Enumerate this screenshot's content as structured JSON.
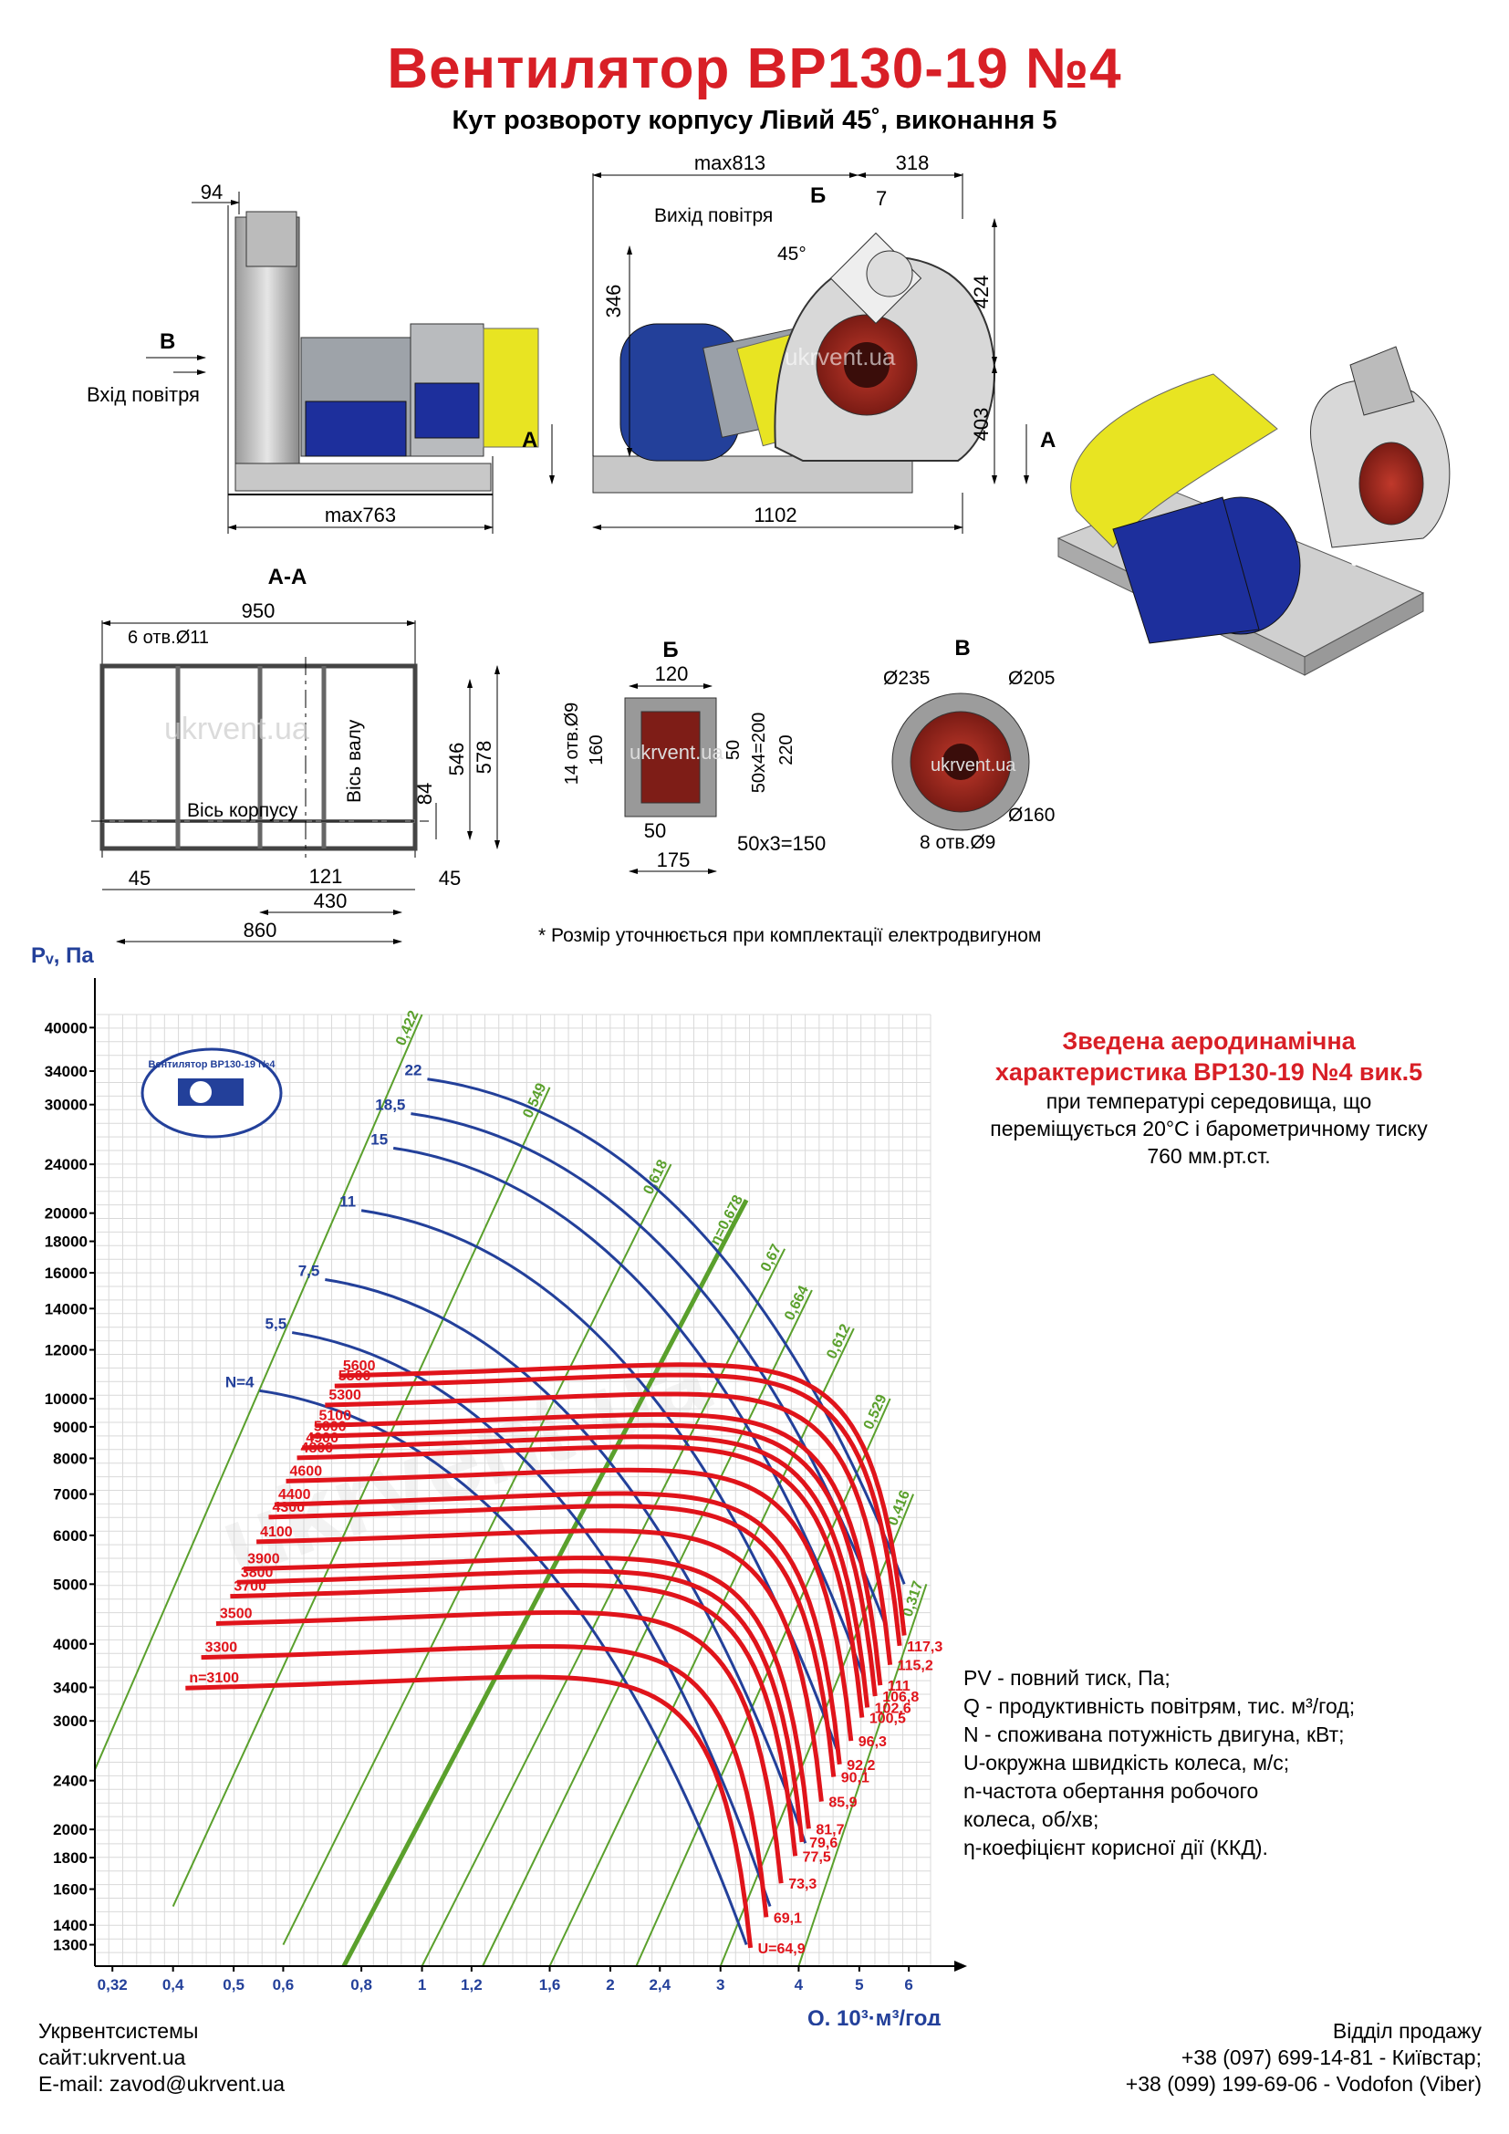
{
  "header": {
    "title": "Вентилятор ВР130-19 №4",
    "subtitle": "Кут розвороту корпусу Лівий 45˚, виконання 5"
  },
  "drawing": {
    "side_view": {
      "dim_top": "94",
      "dim_bottom": "max763",
      "label_view": "В",
      "air_inlet": "Вхід повітря"
    },
    "front_view": {
      "dim_top_left": "max813",
      "dim_top_right": "318",
      "dim_small": "7",
      "label_view": "Б",
      "air_outlet": "Вихід повітря",
      "angle": "45°",
      "dim_left": "346",
      "dim_right_top": "424",
      "dim_right_bottom": "403",
      "dim_bottom": "1102",
      "section_mark": "А"
    },
    "section_aa": {
      "title": "А-А",
      "dim_width": "950",
      "holes": "6 отв.Ø11",
      "dim_h1": "546",
      "dim_h2": "578",
      "dim_84": "84",
      "dim_45_left": "45",
      "dim_45_right": "45",
      "dim_121": "121",
      "dim_430": "430",
      "dim_860": "860",
      "axis_body": "Вісь   корпусу",
      "axis_shaft": "Вісь валу"
    },
    "view_b": {
      "title": "Б",
      "dim_120": "120",
      "holes": "14 отв.Ø9",
      "dim_160": "160",
      "dim_50": "50",
      "dim_50x4": "50x4=200",
      "dim_220": "220",
      "dim_50b": "50",
      "dim_50x3": "50x3=150",
      "dim_175": "175"
    },
    "view_v": {
      "title": "В",
      "d1": "Ø235",
      "d2": "Ø205",
      "d3": "Ø160",
      "holes": "8 отв.Ø9"
    },
    "watermark": "ukrvent.ua",
    "note": "* Розмір уточнюється при комплектації електродвигуном"
  },
  "chart_info": {
    "title_line1": "Зведена аеродинамічна",
    "title_line2": "характеристика ВР130-19 №4 вик.5",
    "sub_line1": "при температурі середовища, що",
    "sub_line2": "переміщується 20°С і барометричному тиску",
    "sub_line3": "760 мм.рт.ст.",
    "legend": [
      "PV - повний тиск, Па;",
      "Q - продуктивність повітрям, тис. м³/год;",
      "N - споживана потужність двигуна, кВт;",
      "U-окружна швидкість колеса, м/с;",
      "n-частота обертання робочого",
      "колеса, об/хв;",
      "η-коефіцієнт корисної дії (ККД)."
    ],
    "logo_text": "Вентилятор ВР130-19 №4"
  },
  "chart_data": {
    "type": "line",
    "xlabel": "Q, 10³·м³/год",
    "ylabel": "Pᵥ, Па",
    "x_scale": "log",
    "y_scale": "log",
    "xlim": [
      0.3,
      6.5
    ],
    "ylim": [
      1200,
      42000
    ],
    "x_ticks": [
      0.32,
      0.4,
      0.5,
      0.6,
      0.8,
      1,
      1.2,
      1.6,
      2,
      2.4,
      3,
      4,
      5,
      6
    ],
    "x_tick_labels": [
      "0,32",
      "0,4",
      "0,5",
      "0,6",
      "0,8",
      "1",
      "1,2",
      "1,6",
      "2",
      "2,4",
      "3",
      "4",
      "5",
      "6"
    ],
    "y_ticks": [
      1300,
      1400,
      1600,
      1800,
      2000,
      2400,
      3000,
      3400,
      4000,
      5000,
      6000,
      7000,
      8000,
      9000,
      10000,
      12000,
      14000,
      16000,
      18000,
      20000,
      24000,
      30000,
      34000,
      40000
    ],
    "grid": true,
    "speed_curves": [
      {
        "n": "n=3100",
        "u": "U=64,9",
        "p0": 3300,
        "qmax": 3.35
      },
      {
        "n": "3300",
        "u": "69,1",
        "p0": 3700,
        "qmax": 3.55
      },
      {
        "n": "3500",
        "u": "73,3",
        "p0": 4200,
        "qmax": 3.75
      },
      {
        "n": "3700",
        "u": "77,5",
        "p0": 4650,
        "qmax": 3.95
      },
      {
        "n": "3800",
        "u": "79,6",
        "p0": 4900,
        "qmax": 4.05
      },
      {
        "n": "3900",
        "u": "81,7",
        "p0": 5150,
        "qmax": 4.15
      },
      {
        "n": "4100",
        "u": "85,9",
        "p0": 5700,
        "qmax": 4.35
      },
      {
        "n": "4300",
        "u": "90,1",
        "p0": 6250,
        "qmax": 4.55
      },
      {
        "n": "4400",
        "u": "92,2",
        "p0": 6550,
        "qmax": 4.65
      },
      {
        "n": "4600",
        "u": "96,3",
        "p0": 7150,
        "qmax": 4.85
      },
      {
        "n": "4800",
        "u": "100,5",
        "p0": 7800,
        "qmax": 5.05
      },
      {
        "n": "4900",
        "u": "102,6",
        "p0": 8100,
        "qmax": 5.15
      },
      {
        "n": "5000",
        "u": "106,8",
        "p0": 8450,
        "qmax": 5.3
      },
      {
        "n": "5100",
        "u": "111",
        "p0": 8800,
        "qmax": 5.4
      },
      {
        "n": "5300",
        "u": "115,2",
        "p0": 9500,
        "qmax": 5.6
      },
      {
        "n": "5500",
        "u": "117,3",
        "p0": 10200,
        "qmax": 5.8
      },
      {
        "n": "5600",
        "u": "",
        "p0": 10600,
        "qmax": 5.9
      }
    ],
    "power_curves": [
      {
        "name": "N=4",
        "start": [
          0.55,
          10300
        ],
        "end": [
          3.3,
          1300
        ]
      },
      {
        "name": "5,5",
        "start": [
          0.62,
          12800
        ],
        "end": [
          3.6,
          1500
        ]
      },
      {
        "name": "7,5",
        "start": [
          0.7,
          15600
        ],
        "end": [
          4.1,
          1900
        ]
      },
      {
        "name": "11",
        "start": [
          0.8,
          20200
        ],
        "end": [
          4.6,
          2700
        ]
      },
      {
        "name": "15",
        "start": [
          0.9,
          25500
        ],
        "end": [
          5.1,
          3500
        ]
      },
      {
        "name": "18,5",
        "start": [
          0.96,
          29000
        ],
        "end": [
          5.5,
          4300
        ]
      },
      {
        "name": "22",
        "start": [
          1.02,
          33000
        ],
        "end": [
          5.9,
          5000
        ]
      }
    ],
    "efficiency_lines": [
      {
        "name": "0,422",
        "start": [
          0.3,
          2500
        ],
        "end": [
          1.0,
          42000
        ]
      },
      {
        "name": "0,549",
        "start": [
          0.4,
          1500
        ],
        "end": [
          1.6,
          32000
        ]
      },
      {
        "name": "0,618",
        "start": [
          0.6,
          1300
        ],
        "end": [
          2.5,
          24000
        ]
      },
      {
        "name": "η=0,678",
        "start": [
          0.75,
          1200
        ],
        "end": [
          3.3,
          21000
        ]
      },
      {
        "name": "0,67",
        "start": [
          1.0,
          1200
        ],
        "end": [
          3.8,
          17500
        ]
      },
      {
        "name": "0,664",
        "start": [
          1.25,
          1200
        ],
        "end": [
          4.2,
          15000
        ]
      },
      {
        "name": "0,612",
        "start": [
          1.6,
          1200
        ],
        "end": [
          4.9,
          13000
        ]
      },
      {
        "name": "0,529",
        "start": [
          2.2,
          1200
        ],
        "end": [
          5.6,
          10000
        ]
      },
      {
        "name": "0,416",
        "start": [
          3.0,
          1200
        ],
        "end": [
          6.1,
          7000
        ]
      },
      {
        "name": "0,317",
        "start": [
          4.0,
          1200
        ],
        "end": [
          6.4,
          5000
        ]
      }
    ]
  },
  "footer": {
    "company": "Укрвентсистемы",
    "site": "сайт:ukrvent.ua",
    "email": "E-mail: zavod@ukrvent.ua",
    "sales": "Відділ продажу",
    "phone1": "+38 (097) 699-14-81 - Київстар;",
    "phone2": "+38 (099) 199-69-06 - Vodofon (Viber)"
  },
  "colors": {
    "title": "#d81f26",
    "speed_curve": "#e0141b",
    "power_curve": "#23409a",
    "efficiency": "#5aa02c",
    "motor": "#1d2f9c",
    "belt_guard": "#e8e422"
  }
}
